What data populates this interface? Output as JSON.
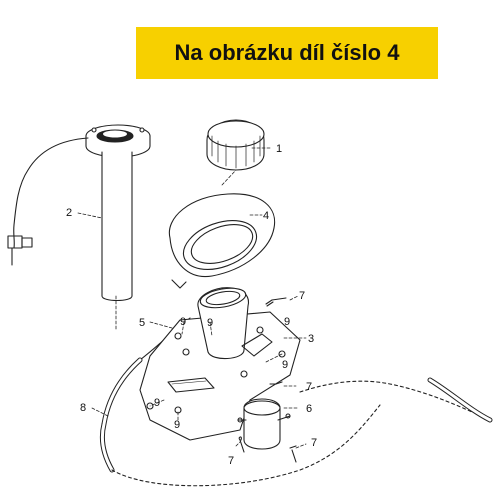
{
  "banner": {
    "text": "Na obrázku díl číslo 4",
    "color": "#f7d000"
  },
  "diagram": {
    "callouts": {
      "fuel_cap": "1",
      "sender_tube": "2",
      "filler_bracket": "3",
      "gasket_cover": "4",
      "vent_tube": "5",
      "clamp": "6",
      "screw_top": "7",
      "screw_mid": "7",
      "screw_low_left": "7",
      "screw_low_right": "7",
      "hose": "8",
      "nut_top_left": "9",
      "nut_top_mid": "9",
      "nut_right": "9",
      "nut_bottom_left": "9",
      "nut_bottom": "9"
    }
  }
}
